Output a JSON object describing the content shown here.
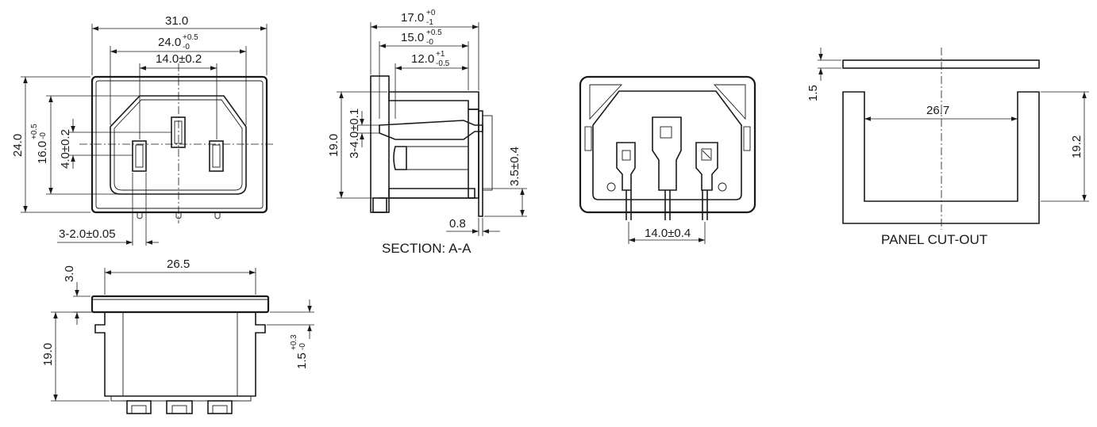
{
  "front_view": {
    "width_outer": "31.0",
    "width_mid_base": "24.0",
    "width_mid_tol_plus": "+0.5",
    "width_mid_tol_minus": "-0",
    "pin_spacing": "14.0±0.2",
    "height_outer": "24.0",
    "height_inner_base": "16.0",
    "height_inner_tol_plus": "+0.5",
    "height_inner_tol_minus": "-0",
    "pin_offset": "4.0±0.2",
    "pin_width": "3-2.0±0.05"
  },
  "section_view": {
    "depth_total_base": "17.0",
    "depth_total_tol_plus": "+0",
    "depth_total_tol_minus": "-1",
    "depth_mid_base": "15.0",
    "depth_mid_tol_plus": "+0.5",
    "depth_mid_tol_minus": "-0",
    "depth_inner_base": "12.0",
    "depth_inner_tol_plus": "+1",
    "depth_inner_tol_minus": "-0.5",
    "height": "19.0",
    "pin_dia": "3-4.0±0.1",
    "pin_height": "3.5±0.4",
    "plate_thickness": "0.8",
    "caption": "SECTION: A-A"
  },
  "rear_view": {
    "pin_spacing": "14.0±0.4"
  },
  "panel_cutout": {
    "thickness": "1.5",
    "width": "26.7",
    "height": "19.2",
    "caption": "PANEL CUT-OUT"
  },
  "side_view": {
    "width": "26.5",
    "flange": "3.0",
    "height": "19.0",
    "panel_base": "1.5",
    "panel_tol_plus": "+0.3",
    "panel_tol_minus": "-0"
  }
}
